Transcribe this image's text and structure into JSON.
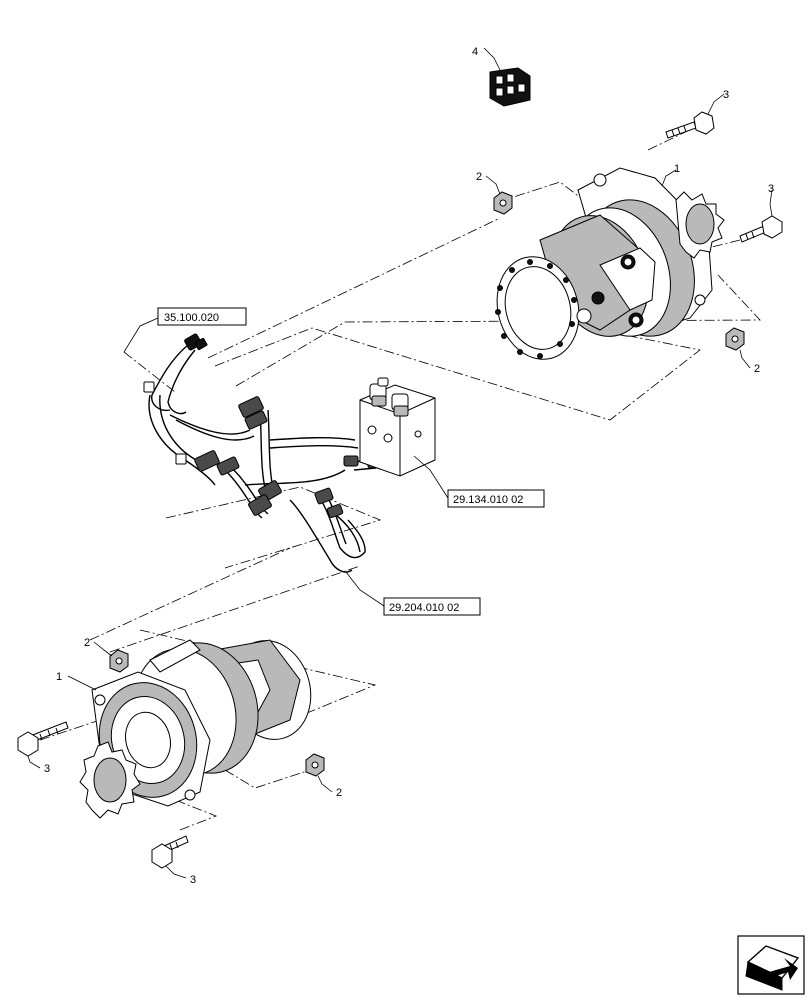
{
  "callouts": [
    {
      "id": "motor-top",
      "label": "1"
    },
    {
      "id": "nut-top-left",
      "label": "2"
    },
    {
      "id": "nut-top-right",
      "label": "2"
    },
    {
      "id": "bolt-top",
      "label": "3"
    },
    {
      "id": "bolt-top-right",
      "label": "3"
    },
    {
      "id": "connector",
      "label": "4"
    },
    {
      "id": "motor-bottom",
      "label": "1"
    },
    {
      "id": "nut-bottom-left",
      "label": "2"
    },
    {
      "id": "nut-bottom-right",
      "label": "2"
    },
    {
      "id": "bolt-bottom-left",
      "label": "3"
    },
    {
      "id": "bolt-bottom",
      "label": "3"
    }
  ],
  "references": {
    "harness": "35.100.020",
    "valve": "29.134.010 02",
    "hoses": "29.204.010 02"
  },
  "nav_icon": "book-arrow-icon"
}
